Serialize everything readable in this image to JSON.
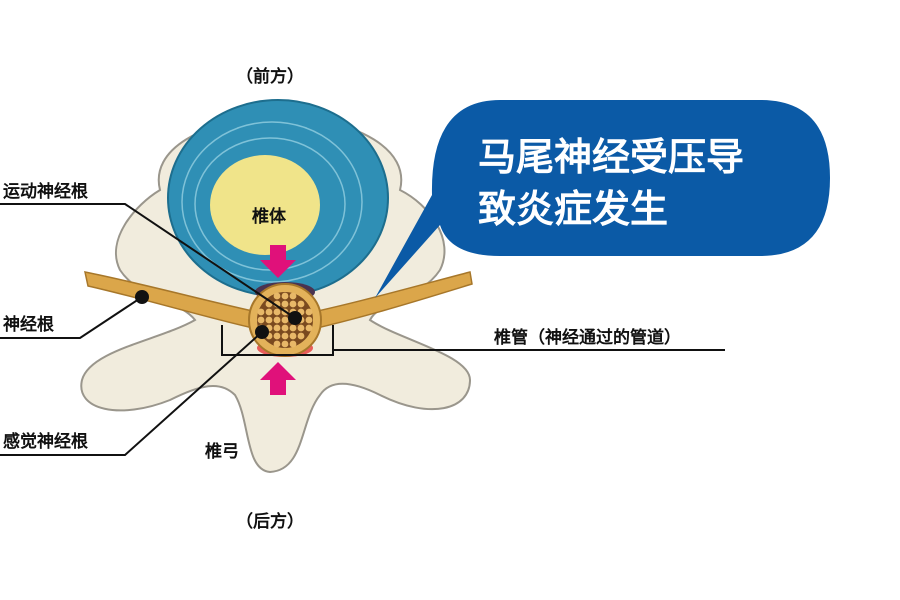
{
  "labels": {
    "front": "（前方）",
    "back": "（后方）",
    "vertebral_body": "椎体",
    "vertebral_arch": "椎弓",
    "motor_root": "运动神经根",
    "nerve_root": "神经根",
    "sensory_root": "感觉神经根",
    "spinal_canal": "椎管（神经通过的管道）"
  },
  "callout": {
    "line1": "马尾神经受压导",
    "line2": "致炎症发生"
  },
  "colors": {
    "callout": "#0b5aa6",
    "disc": "#2f8fb5",
    "body": "#f0e48a",
    "bone": "#f1ecdd",
    "nerve": "#dba64a",
    "arrow": "#e0117a"
  }
}
